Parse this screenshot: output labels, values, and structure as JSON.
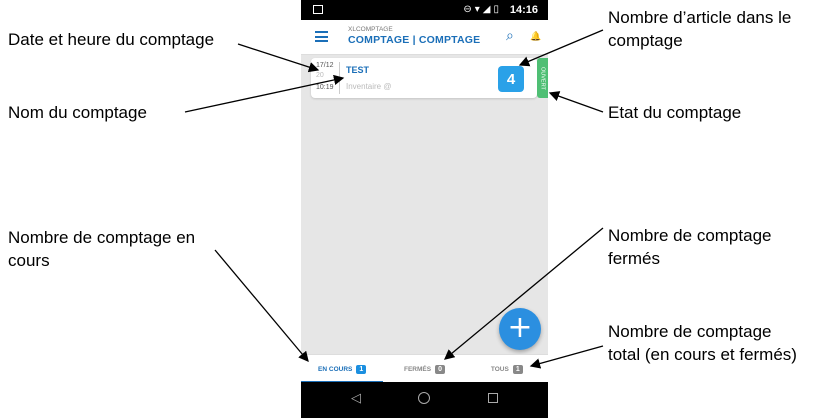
{
  "annotations": {
    "date_time": "Date et heure du comptage",
    "name": "Nom du comptage",
    "in_progress_count": [
      "Nombre de comptage en",
      "cours"
    ],
    "article_count": [
      "Nombre d’article dans le",
      "comptage"
    ],
    "state": "Etat du comptage",
    "closed_count": [
      "Nombre de comptage",
      "fermés"
    ],
    "total_count": [
      "Nombre de comptage",
      "total (en cours et fermés)"
    ]
  },
  "status_bar": {
    "time": "14:16",
    "icons": "⊖▾◢▯"
  },
  "app_bar": {
    "subtitle": "XLCOMPTAGE",
    "title": "COMPTAGE | COMPTAGE"
  },
  "card": {
    "date": "17/12",
    "year": "20",
    "time": "10:19",
    "name": "TEST",
    "subtitle": "Inventaire @",
    "article_count": "4",
    "state": "OUVERT"
  },
  "tabs": [
    {
      "label": "EN COURS",
      "count": "1"
    },
    {
      "label": "FERMÉS",
      "count": "0"
    },
    {
      "label": "TOUS",
      "count": "1"
    }
  ],
  "fab": {
    "label": "+"
  },
  "colors": {
    "accent": "#1b6fb8",
    "badge": "#2aa1e8",
    "state_open": "#4fbf74",
    "fab": "#2b8fe0"
  }
}
